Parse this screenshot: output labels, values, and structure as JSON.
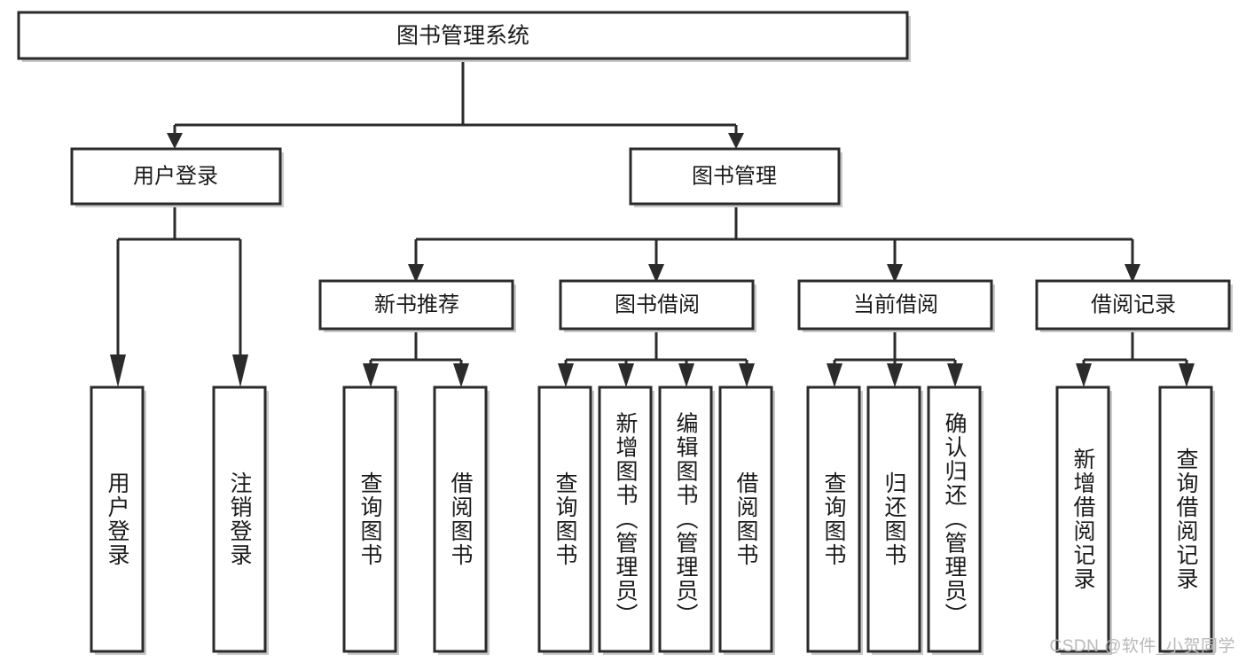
{
  "diagram": {
    "title": "图书管理系统",
    "type": "tree-hierarchy-diagram",
    "watermark": "CSDN @软件_小贺同学",
    "colors": {
      "box_fill": "#ffffff",
      "box_stroke": "#2b2b2b",
      "shadow": "#c9c9c9",
      "text": "#1a1a1a",
      "watermark": "#b9b9b9",
      "background": "#ffffff"
    },
    "root": {
      "label": "图书管理系统"
    },
    "level2": [
      {
        "label": "用户登录"
      },
      {
        "label": "图书管理"
      }
    ],
    "level3": [
      {
        "label": "新书推荐"
      },
      {
        "label": "图书借阅"
      },
      {
        "label": "当前借阅"
      },
      {
        "label": "借阅记录"
      }
    ],
    "leaves": {
      "user_login": [
        {
          "label": "用户登录"
        },
        {
          "label": "注销登录"
        }
      ],
      "new_book_recommend": [
        {
          "label": "查询图书"
        },
        {
          "label": "借阅图书"
        }
      ],
      "book_borrow": [
        {
          "label": "查询图书"
        },
        {
          "label": "新增图书（管理员）"
        },
        {
          "label": "编辑图书（管理员）"
        },
        {
          "label": "借阅图书"
        }
      ],
      "current_borrow": [
        {
          "label": "查询图书"
        },
        {
          "label": "归还图书"
        },
        {
          "label": "确认归还（管理员）"
        }
      ],
      "borrow_records": [
        {
          "label": "新增借阅记录"
        },
        {
          "label": "查询借阅记录"
        }
      ]
    }
  }
}
